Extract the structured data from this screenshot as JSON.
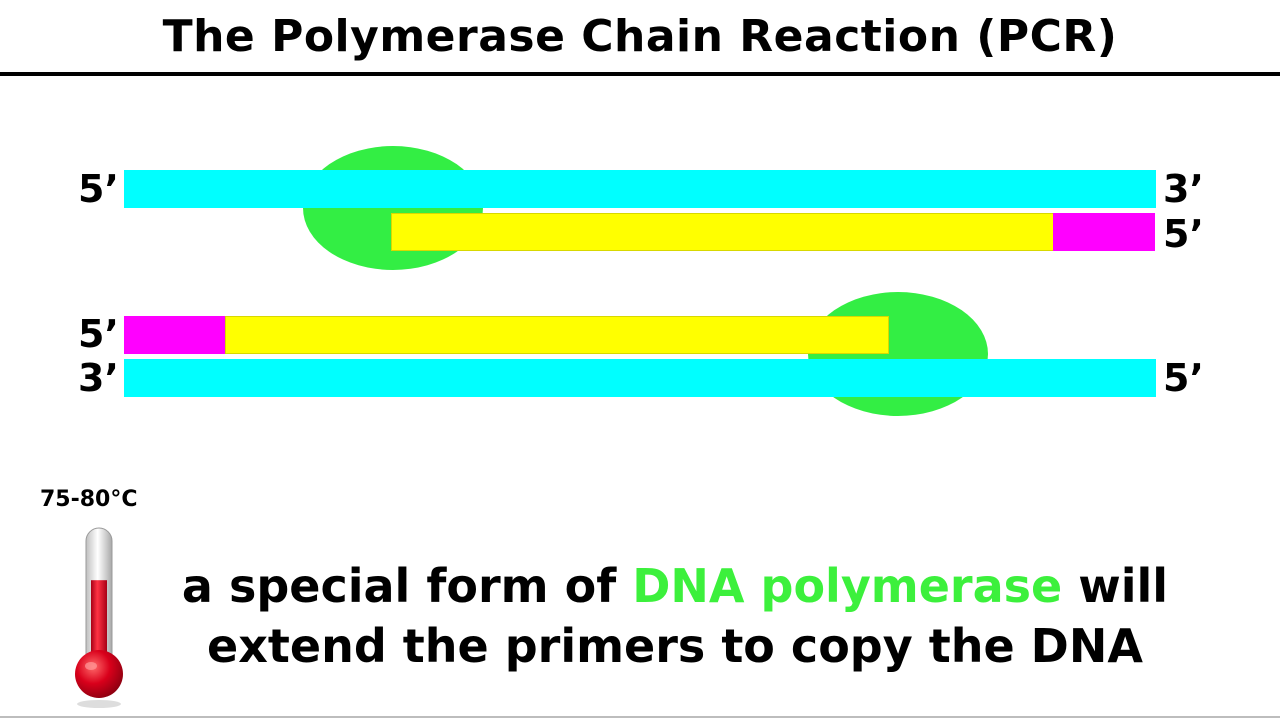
{
  "title": "The Polymerase Chain Reaction (PCR)",
  "colors": {
    "template_strand": "#00ffff",
    "new_strand": "#ffff00",
    "primer": "#ff00ff",
    "polymerase": "#33ee44",
    "highlight_text": "#3cf03c",
    "thermometer_liquid": "#d9001b"
  },
  "labels": {
    "top_template_left": "5’",
    "top_template_right": "3’",
    "top_new_right": "5’",
    "bottom_new_left": "5’",
    "bottom_template_left": "3’",
    "bottom_template_right": "5’"
  },
  "temperature": "75-80°C",
  "thermometer": {
    "icon": "thermometer-icon",
    "level": 0.7
  },
  "caption": {
    "part1": "a special form of ",
    "highlight": "DNA polymerase",
    "part2": " will",
    "line2": "extend the primers to copy the DNA"
  }
}
